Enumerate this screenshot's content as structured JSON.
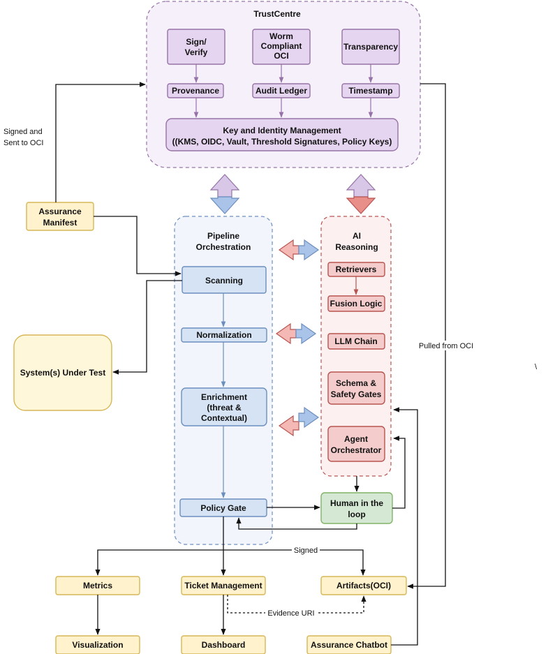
{
  "colors": {
    "trust_fill": "#ece2f3",
    "trust_stroke": "#9673a6",
    "pipe_fill": "#e3ecf7",
    "pipe_stroke": "#6c8ebf",
    "ai_fill": "#f8dede",
    "ai_stroke": "#b85450",
    "human_fill": "#e1efd8",
    "human_stroke": "#82b366",
    "yellow_fill": "#fff2cc",
    "yellow_stroke": "#d6b656"
  },
  "trust_centre": {
    "title": "TrustCentre",
    "sign_verify": [
      "Sign/",
      "Verify"
    ],
    "worm": [
      "Worm",
      "Compliant",
      "OCI"
    ],
    "transparency": "Transparency",
    "provenance": "Provenance",
    "audit_ledger": "Audit Ledger",
    "timestamp": "Timestamp",
    "key_mgmt": [
      "Key and Identity Management",
      "((KMS, OIDC, Vault, Threshold Signatures, Policy Keys)"
    ]
  },
  "pipeline": {
    "title": [
      "Pipeline",
      "Orchestration"
    ],
    "scanning": "Scanning",
    "normalization": "Normalization",
    "enrichment": [
      "Enrichment",
      "(threat &",
      "Contextual)"
    ],
    "policy_gate": "Policy Gate"
  },
  "ai": {
    "title": [
      "AI",
      "Reasoning"
    ],
    "retrievers": "Retrievers",
    "fusion": "Fusion Logic",
    "llm": "LLM Chain",
    "schema": [
      "Schema &",
      "Safety Gates"
    ],
    "agent": [
      "Agent",
      "Orchestrator"
    ]
  },
  "human_loop": [
    "Human in the",
    "loop"
  ],
  "assurance_manifest": [
    "Assurance",
    "Manifest"
  ],
  "sut": "System(s) Under Test",
  "outputs": {
    "metrics": "Metrics",
    "ticket": "Ticket Management",
    "artifacts": "Artifacts(OCI)",
    "visualization": "Visualization",
    "dashboard": "Dashboard",
    "chatbot": "Assurance Chatbot"
  },
  "edge_labels": {
    "signed_sent": [
      "Signed and",
      "Sent to OCI"
    ],
    "pulled": "Pulled from OCI",
    "signed": "Signed",
    "evidence": "Evidence URI",
    "stray": "\\"
  }
}
